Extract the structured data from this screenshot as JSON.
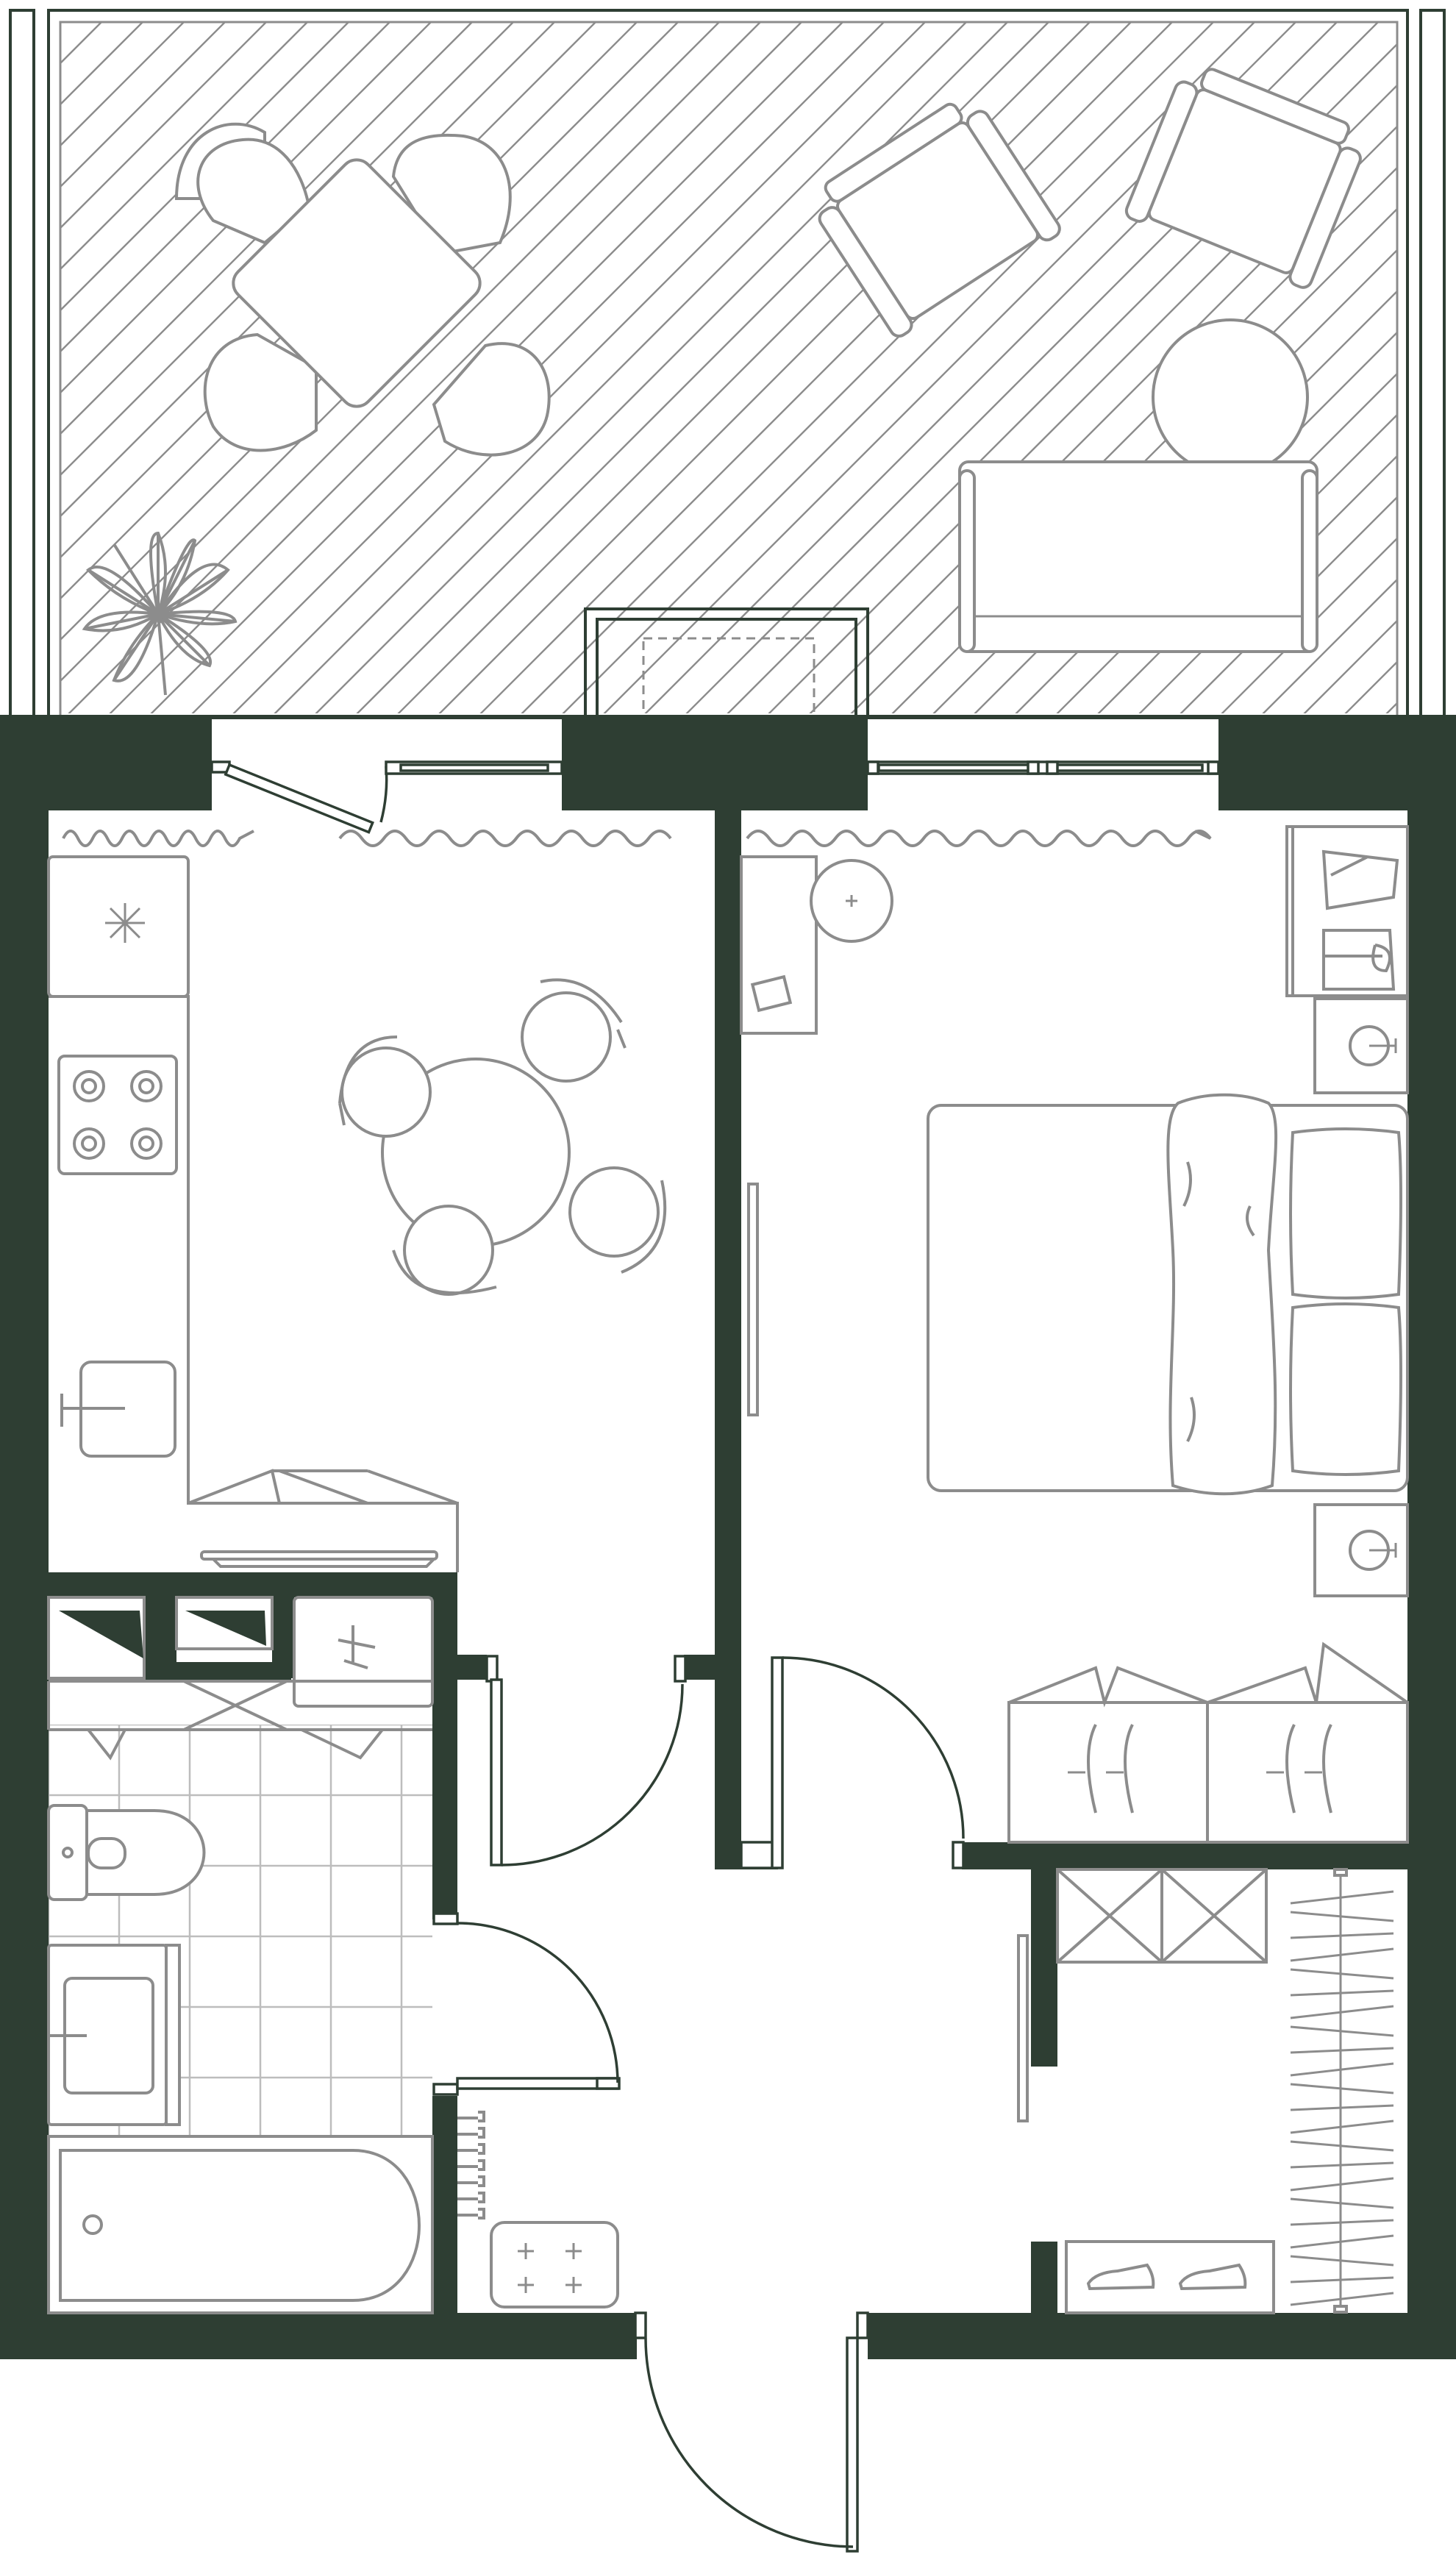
{
  "plan": {
    "type": "floor-plan",
    "colors": {
      "walls": "#2e3e33",
      "furniture": "#8c8c8c",
      "background": "#ffffff",
      "tiles": "#bdbdbd"
    },
    "rooms": [
      "balcony",
      "kitchen-dining",
      "bedroom",
      "bathroom",
      "hallway",
      "wardrobe"
    ]
  }
}
